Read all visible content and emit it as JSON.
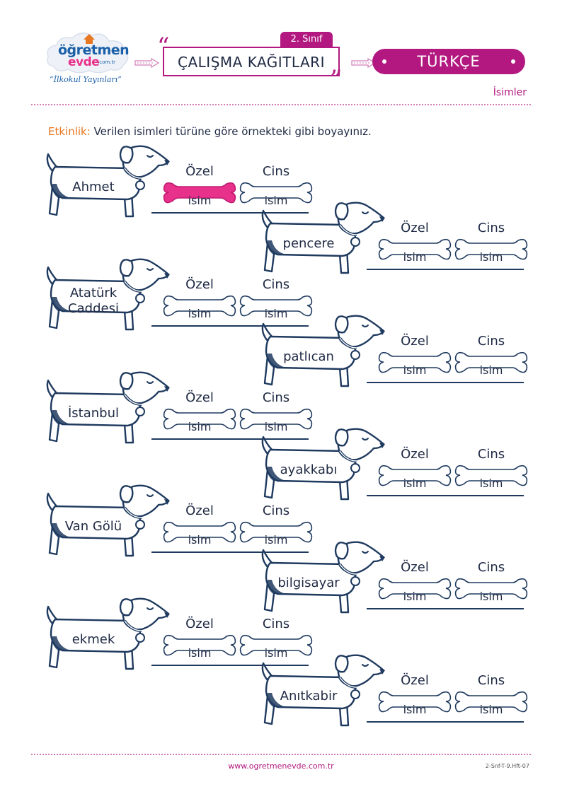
{
  "header": {
    "logo": {
      "word1": "öğretmen",
      "word2": "evde",
      "tld": ".com.tr",
      "tagline": "“İlkokul Yayınları”"
    },
    "grade": "2. Sınıf",
    "title": "ÇALIŞMA KAĞITLARI",
    "subject": "TÜRKÇE",
    "topic": "İsimler"
  },
  "instruction": {
    "label": "Etkinlik:",
    "text": " Verilen isimleri türüne göre örnekteki gibi boyayınız."
  },
  "options": {
    "proper_top": "Özel",
    "common_top": "Cins",
    "bottom": "isim"
  },
  "rows": [
    {
      "line1": "Ahmet",
      "line2": "",
      "answered": "Özel"
    },
    {
      "line1": "pencere",
      "line2": "",
      "answered": ""
    },
    {
      "line1": "Atatürk",
      "line2": "Caddesi",
      "answered": ""
    },
    {
      "line1": "patlıcan",
      "line2": "",
      "answered": ""
    },
    {
      "line1": "İstanbul",
      "line2": "",
      "answered": ""
    },
    {
      "line1": "ayakkabı",
      "line2": "",
      "answered": ""
    },
    {
      "line1": "Van Gölü",
      "line2": "",
      "answered": ""
    },
    {
      "line1": "bilgisayar",
      "line2": "",
      "answered": ""
    },
    {
      "line1": "ekmek",
      "line2": "",
      "answered": ""
    },
    {
      "line1": "Anıtkabir",
      "line2": "",
      "answered": ""
    }
  ],
  "footer": {
    "url": "www.ogretmenevde.com.tr",
    "code": "2-Snf-T-9.Hft-07"
  },
  "colors": {
    "brand": "#b2187f",
    "accent": "#e87722",
    "ink": "#1f3a5f",
    "highlight": "#e8318a"
  }
}
